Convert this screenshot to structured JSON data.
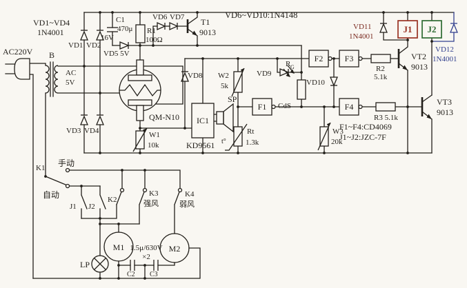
{
  "colors": {
    "line": "#221f1a",
    "paper": "#f9f7f2",
    "j1": "#993122",
    "j2": "#2e6b33",
    "vd11": "#7a2a20",
    "vd12": "#32408e"
  },
  "labels": {
    "ac220v": "AC220V",
    "b": "B",
    "ac": "AC",
    "v5": "5V",
    "vd1_4": "VD1~VD4",
    "n4001_a": "1N4001",
    "vd1": "VD1",
    "vd2": "VD2",
    "vd3": "VD3",
    "vd4": "VD4",
    "c1": "C1",
    "c1_uf": "470μ",
    "c1_v": "16V",
    "r1": "R1",
    "r1_v": "100Ω",
    "vd5": "VD5 5V",
    "vd6": "VD6",
    "vd7": "VD7",
    "t1": "T1",
    "t1_v": "9013",
    "note_diodes": "VD6~VD10:1N4148",
    "vd8": "VD8",
    "qm": "QM-N10",
    "w1": "W1",
    "w1_v": "10k",
    "ic1": "IC1",
    "kd": "KD9561",
    "sp": "SP",
    "w2": "W2",
    "w2_v": "5k",
    "vd9": "VD9",
    "rg": "R",
    "rg_sub": "G",
    "cds": "CdS",
    "f1": "F1",
    "f2": "F2",
    "f3": "F3",
    "f4": "F4",
    "rt": "Rt",
    "rt_v": "1.3k",
    "t_deg": "t°",
    "vd10": "VD10",
    "w3": "W3",
    "w3_v": "20k",
    "r2": "R2",
    "r2_v": "5.1k",
    "r3": "R3 5.1k",
    "vt2": "VT2",
    "vt2_v": "9013",
    "vt3": "VT3",
    "vt3_v": "9013",
    "j1": "J1",
    "j2": "J2",
    "vd11": "VD11",
    "vd11_v": "1N4001",
    "vd12": "VD12",
    "vd12_v": "1N4001",
    "note_f": "F1~F4:CD4069",
    "note_j": "J1~J2:JZC-7F",
    "manual": "手动",
    "auto": "自动",
    "k1": "K1",
    "k2": "K2",
    "k3": "K3",
    "k4": "K4",
    "strong": "强风",
    "weak": "弱风",
    "j1c": "J1",
    "j2c": "J2",
    "m1": "M1",
    "m2": "M2",
    "cap_v": "1.5μ/630V",
    "cap_x2": "×2",
    "c2": "C2",
    "c3": "C3",
    "lp": "LP"
  }
}
